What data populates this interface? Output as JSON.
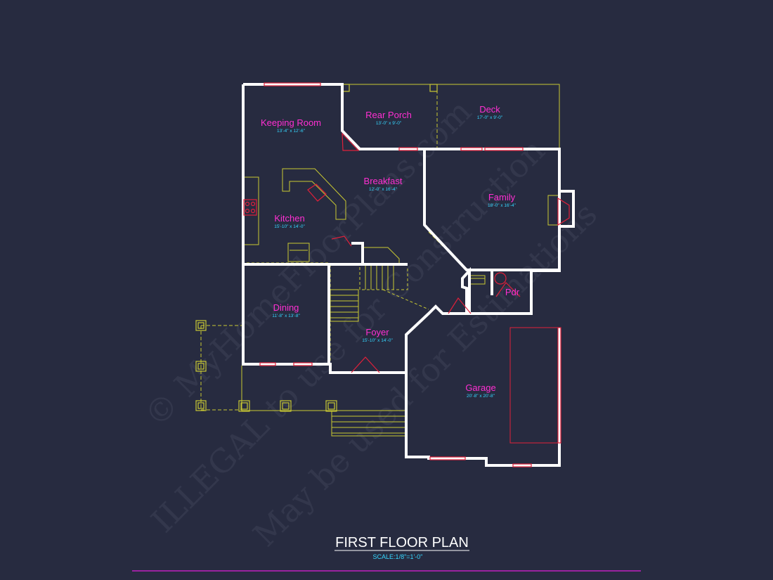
{
  "plan": {
    "title": "FIRST FLOOR PLAN",
    "scale": "SCALE:1/8\"=1'-0\""
  },
  "rooms": {
    "keeping_room": {
      "name": "Keeping Room",
      "dim": "13'-4\" x 12'-6\""
    },
    "rear_porch": {
      "name": "Rear Porch",
      "dim": "13'-0\" x 9'-0\""
    },
    "deck": {
      "name": "Deck",
      "dim": "17'-0\" x 9'-0\""
    },
    "breakfast": {
      "name": "Breakfast",
      "dim": "12'-0\" x 16'-4\""
    },
    "family": {
      "name": "Family",
      "dim": "18'-0\" x 16'-4\""
    },
    "kitchen": {
      "name": "Kitchen",
      "dim": "15'-10\" x 14'-0\""
    },
    "pdr": {
      "name": "Pdr",
      "dim": ""
    },
    "dining": {
      "name": "Dining",
      "dim": "11'-8\" x 13'-8\""
    },
    "foyer": {
      "name": "Foyer",
      "dim": "15'-10\" x 14'-0\""
    },
    "garage": {
      "name": "Garage",
      "dim": "20'-8\" x 20'-8\""
    }
  },
  "watermark": {
    "line1": "© MyHomeFloorPlans.com",
    "line2": "ILLEGAL to use for Construction",
    "line3": "May be used for Estimations"
  },
  "colors": {
    "background": "#272b40",
    "wall": "#ffffff",
    "outline": "#c8c832",
    "room_label": "#ff2fd2",
    "dimension": "#35d7ff",
    "door_window": "#e0203a",
    "rule": "#c020c0"
  }
}
